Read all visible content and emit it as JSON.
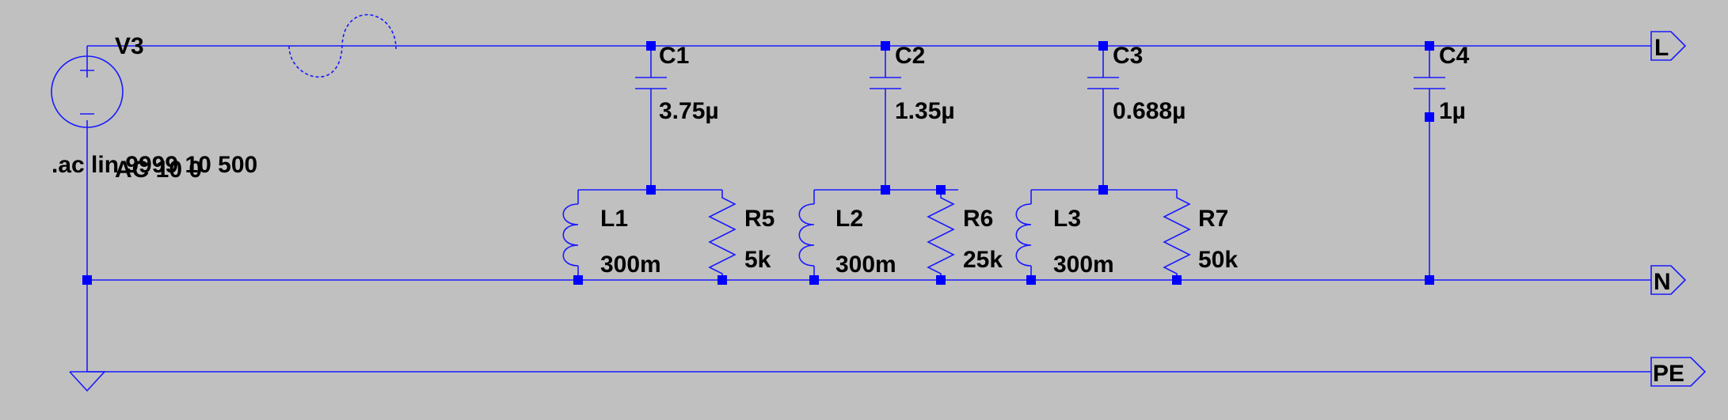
{
  "source": {
    "name": "V3",
    "value": "AC 10 0"
  },
  "directive": ".ac lin 9999 10 500",
  "components": [
    {
      "ref": "C1",
      "value": "3.75µ"
    },
    {
      "ref": "C2",
      "value": "1.35µ"
    },
    {
      "ref": "C3",
      "value": "0.688µ"
    },
    {
      "ref": "C4",
      "value": "1µ"
    },
    {
      "ref": "L1",
      "value": "300m"
    },
    {
      "ref": "L2",
      "value": "300m"
    },
    {
      "ref": "L3",
      "value": "300m"
    },
    {
      "ref": "R5",
      "value": "5k"
    },
    {
      "ref": "R6",
      "value": "25k"
    },
    {
      "ref": "R7",
      "value": "50k"
    }
  ],
  "ports": {
    "line": "L",
    "neutral": "N",
    "earth": "PE"
  },
  "colors": {
    "background": "#c0c0c0",
    "wire": "#1a1aff",
    "node": "#0000ff",
    "text": "#000000"
  }
}
